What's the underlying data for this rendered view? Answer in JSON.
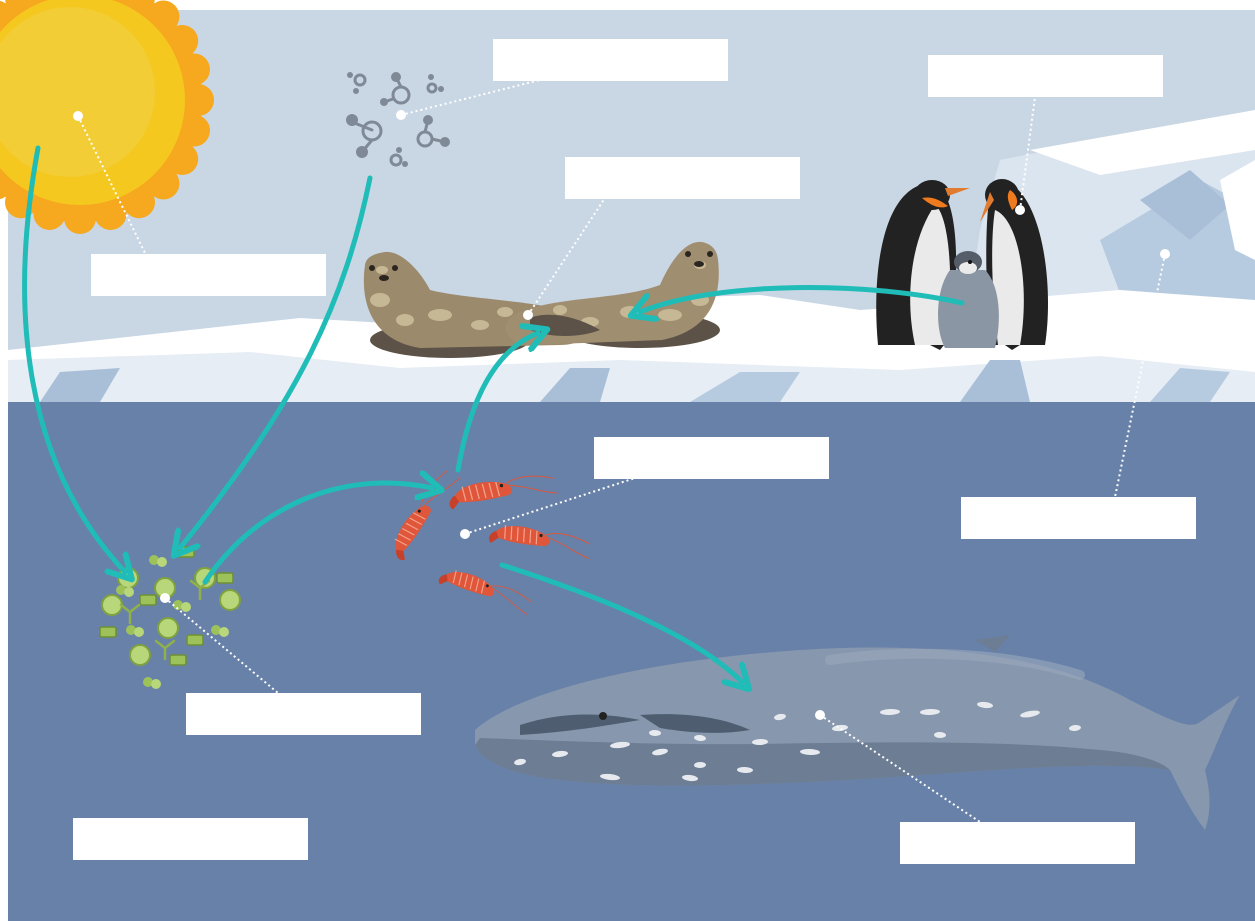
{
  "colors": {
    "sky": "#c9d6e4",
    "ice": "#ffffff",
    "ice_shadow": "#a9bfd8",
    "ocean": "#6881a8",
    "arrow": "#1fbcb8",
    "leader_line": "#ffffff",
    "sun": "#f6c21c",
    "sun_rays": "#f6a81e",
    "krill": "#e0563a",
    "phytoplankton": "#9ec25a",
    "nutrients": "#7f8a96",
    "seal": "#9c8a6c",
    "penguin": "#222222",
    "whale": "#8797ad"
  },
  "labels": {
    "sun": "",
    "nutrients": "",
    "seals": "",
    "penguins": "",
    "ice": "",
    "krill": "",
    "phytoplankton": "",
    "ocean": "",
    "whale": ""
  },
  "arrows": [
    {
      "from": "sun",
      "to": "phytoplankton"
    },
    {
      "from": "nutrients",
      "to": "phytoplankton"
    },
    {
      "from": "phytoplankton",
      "to": "krill"
    },
    {
      "from": "krill",
      "to": "seals"
    },
    {
      "from": "penguins",
      "to": "seals"
    },
    {
      "from": "krill",
      "to": "whale"
    }
  ]
}
